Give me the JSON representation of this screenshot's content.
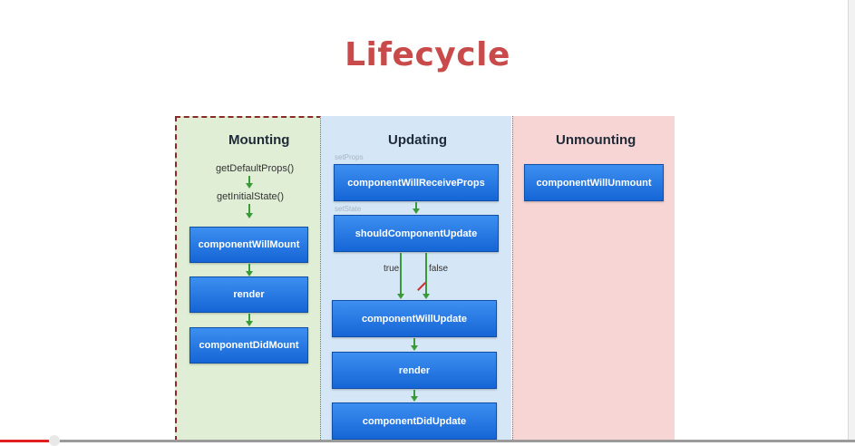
{
  "title": "Lifecycle",
  "mounting": {
    "heading": "Mounting",
    "steps": [
      "getDefaultProps()",
      "getInitialState()"
    ],
    "boxes": [
      "componentWillMount",
      "render",
      "componentDidMount"
    ]
  },
  "updating": {
    "heading": "Updating",
    "set_props": "setProps",
    "set_state": "setState",
    "true_label": "true",
    "false_label": "false",
    "boxes": [
      "componentWillReceiveProps",
      "shouldComponentUpdate",
      "componentWillUpdate",
      "render",
      "componentDidUpdate"
    ]
  },
  "unmounting": {
    "heading": "Unmounting",
    "boxes": [
      "componentWillUnmount"
    ]
  },
  "colors": {
    "title": "#c94a4a",
    "mounting_bg": "#dfeed4",
    "updating_bg": "#d5e6f6",
    "unmounting_bg": "#f7d5d4",
    "box": "#1f6fe0",
    "arrow": "#3a9a3a"
  }
}
